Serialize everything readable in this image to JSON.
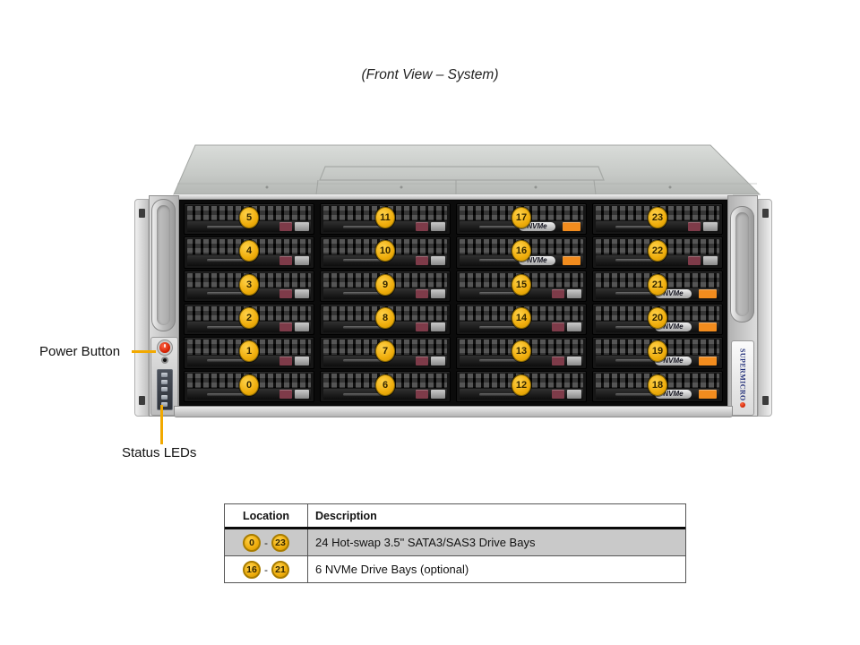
{
  "title": "(Front View – System)",
  "callouts": {
    "power_button": "Power Button",
    "status_leds": "Status LEDs",
    "line_color": "#F2A900"
  },
  "chassis": {
    "brand": "SUPERMICRO",
    "nvme_tag": "NVMe",
    "badge_color": "#EFAD0C",
    "nvme_latch_color": "#F28C1E",
    "sata_latch_color": "#7E3B49",
    "bays": [
      {
        "label": "5",
        "nvme": false
      },
      {
        "label": "11",
        "nvme": false
      },
      {
        "label": "17",
        "nvme": true
      },
      {
        "label": "23",
        "nvme": false
      },
      {
        "label": "4",
        "nvme": false
      },
      {
        "label": "10",
        "nvme": false
      },
      {
        "label": "16",
        "nvme": true
      },
      {
        "label": "22",
        "nvme": false
      },
      {
        "label": "3",
        "nvme": false
      },
      {
        "label": "9",
        "nvme": false
      },
      {
        "label": "15",
        "nvme": false
      },
      {
        "label": "21",
        "nvme": true
      },
      {
        "label": "2",
        "nvme": false
      },
      {
        "label": "8",
        "nvme": false
      },
      {
        "label": "14",
        "nvme": false
      },
      {
        "label": "20",
        "nvme": true
      },
      {
        "label": "1",
        "nvme": false
      },
      {
        "label": "7",
        "nvme": false
      },
      {
        "label": "13",
        "nvme": false
      },
      {
        "label": "19",
        "nvme": true
      },
      {
        "label": "0",
        "nvme": false
      },
      {
        "label": "6",
        "nvme": false
      },
      {
        "label": "12",
        "nvme": false
      },
      {
        "label": "18",
        "nvme": true
      }
    ]
  },
  "legend": {
    "headers": [
      "Location",
      "Description"
    ],
    "rows": [
      {
        "loc_start": "0",
        "loc_end": "23",
        "desc": "24 Hot-swap 3.5\" SATA3/SAS3 Drive Bays",
        "shaded": true
      },
      {
        "loc_start": "16",
        "loc_end": "21",
        "desc": "6 NVMe Drive Bays (optional)",
        "shaded": false
      }
    ]
  }
}
